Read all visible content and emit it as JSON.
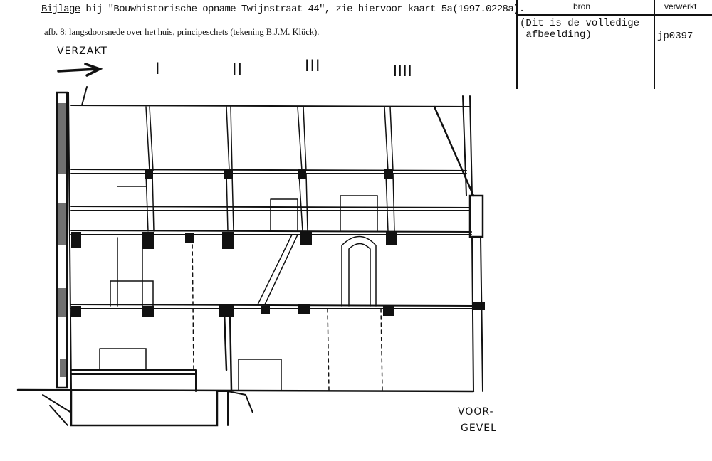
{
  "header": {
    "prefix": "Bijlage",
    "text": " bij \"Bouwhistorische opname Twijnstraat 44\", zie hiervoor kaart 5a(1997.0228a).",
    "figure_caption": "afb. 8: langsdoorsnede over het huis, principeschets (tekening B.J.M. Klück)."
  },
  "table": {
    "col_bron": "bron",
    "col_verwerkt": "verwerkt",
    "bron_line1": "(Dit is de volledige",
    "bron_line2": " afbeelding)",
    "verwerkt_value": "jp0397"
  },
  "sketch": {
    "label_verzakt": "VERZAKT",
    "bay_labels": [
      "I",
      "II",
      "III",
      "IIII"
    ],
    "label_voor": "VOOR-",
    "label_gevel": "GEVEL"
  }
}
